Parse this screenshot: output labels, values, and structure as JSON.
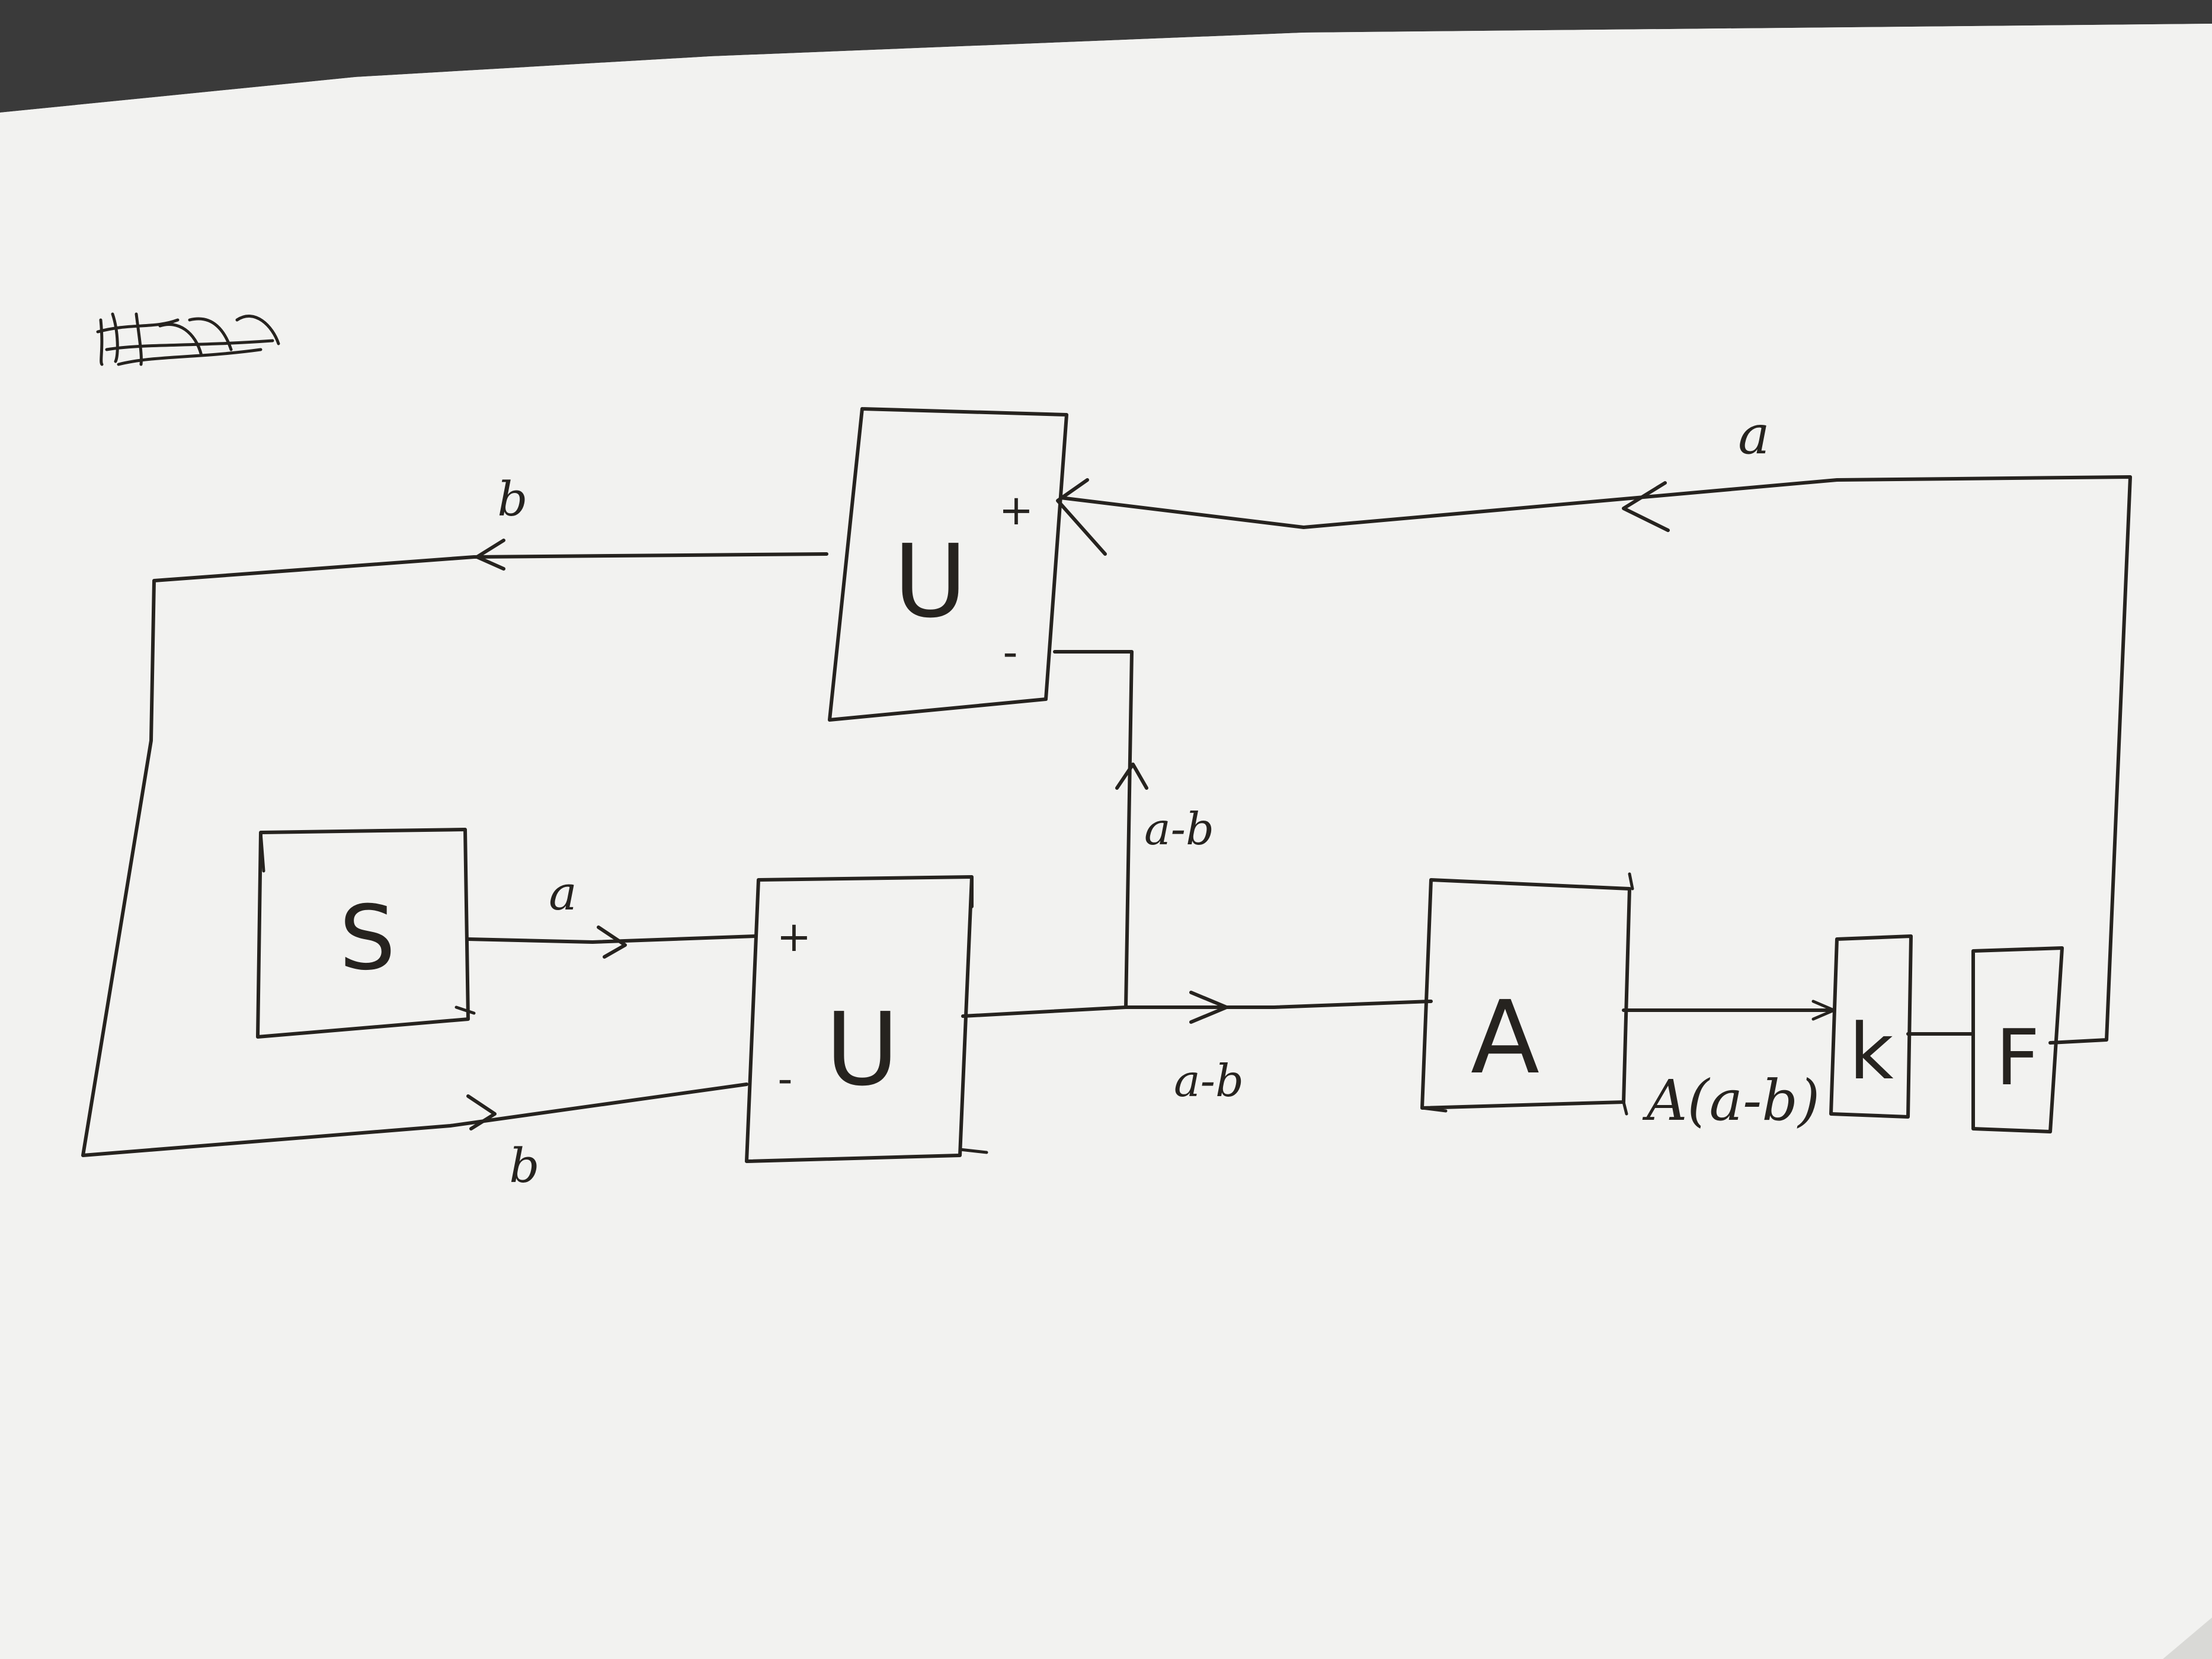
{
  "diagram": {
    "background": {
      "paper": "#f2f2f0",
      "desk": "#3a3a3a",
      "ink": "#26231f"
    },
    "blocks": {
      "source": "S",
      "adder_bottom": "U",
      "adder_top": "U",
      "amplifier": "A",
      "gain": "k",
      "filter": "F"
    },
    "signs": {
      "bottom_plus": "+",
      "bottom_minus": "-",
      "top_plus": "+",
      "top_minus": "-"
    },
    "edge_labels": {
      "s_to_u": "a",
      "b_to_u": "b",
      "top_u_output": "b",
      "feedback_a": "a",
      "u_output": "a-b",
      "vertical_a_minus_b": "a-b",
      "amp_output": "A(a-b)"
    }
  }
}
